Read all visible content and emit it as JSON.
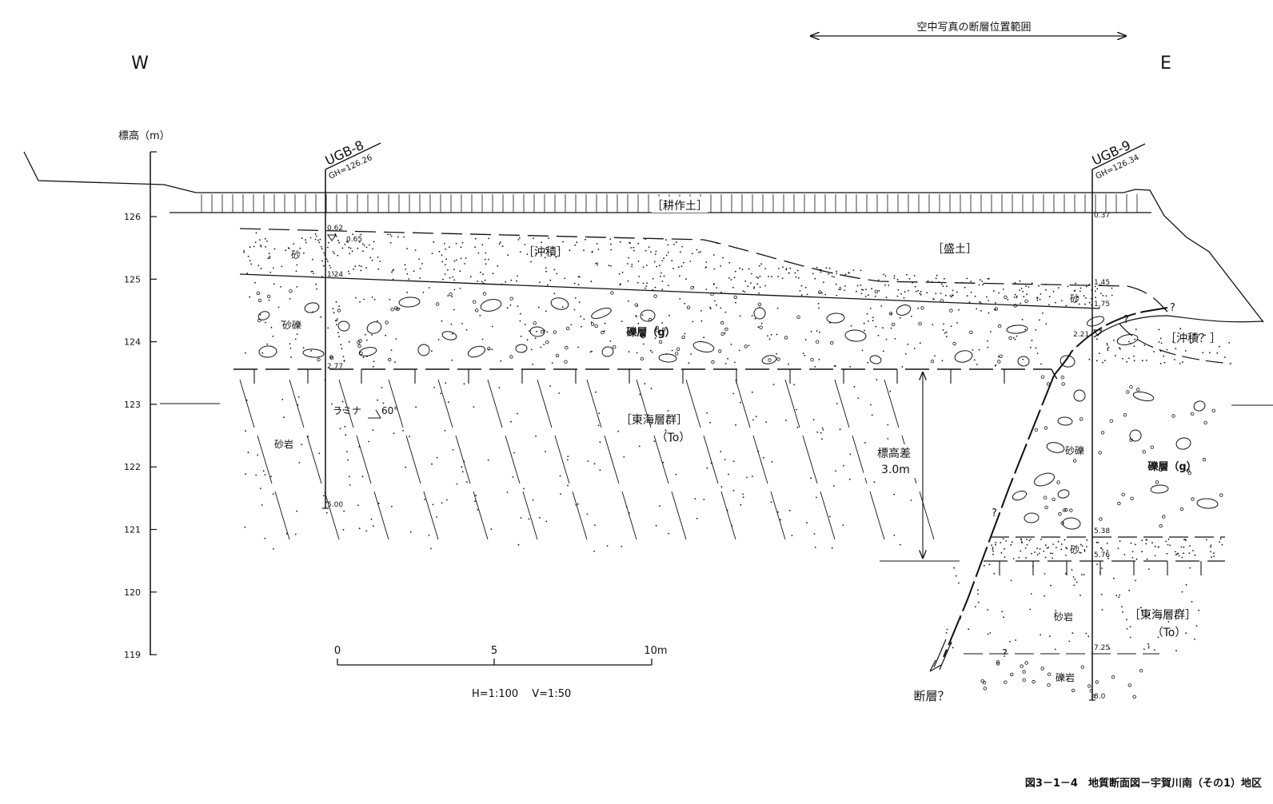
{
  "header": {
    "range_label": "空中写真の断層位置範囲",
    "west": "W",
    "east": "E"
  },
  "axis": {
    "title": "標高（m）",
    "ticks": [
      "126",
      "125",
      "124",
      "123",
      "122",
      "121",
      "120",
      "119"
    ]
  },
  "boreholes": {
    "ugb8": {
      "name": "UGB-8",
      "gh": "GH=126.26",
      "depths": [
        "0.62",
        "0.65",
        "1.24",
        "2.77",
        "5.00"
      ]
    },
    "ugb9": {
      "name": "UGB-9",
      "gh": "GH=126.34",
      "depths": [
        "0.37",
        "1.45",
        "1.75",
        "2.21",
        "5.38",
        "5.76",
        "7.25",
        "8.0"
      ]
    }
  },
  "layers": {
    "topsoil": "［耕作土］",
    "alluvium": "［沖積］",
    "fill": "［盛土］",
    "gravel": "礫層（g）",
    "tokai": "［東海層群］",
    "to": "（To）",
    "alluvium_q": "［沖積？］",
    "gravel_east": "礫層（g）",
    "tokai_east": "［東海層群］",
    "to_east": "（To）"
  },
  "rocks": {
    "sand_w": "砂",
    "sandy_gravel_w": "砂礫",
    "sandstone_w": "砂岩",
    "lamina": "ラミナ",
    "dip": "60°",
    "sand_e1": "砂",
    "sandy_gravel_e": "砂礫",
    "sand_e2": "砂",
    "sandstone_e": "砂岩",
    "conglomerate_e": "礫岩"
  },
  "annotations": {
    "elev_diff": "標高差",
    "elev_value": "3.0m",
    "fault": "断層？",
    "q": "?"
  },
  "scale": {
    "ticks": [
      "0",
      "5",
      "10m"
    ],
    "ratio": "H=1:100　 V=1:50"
  },
  "caption": "図3－1－4　地質断面図－宇賀川南（その1）地区"
}
